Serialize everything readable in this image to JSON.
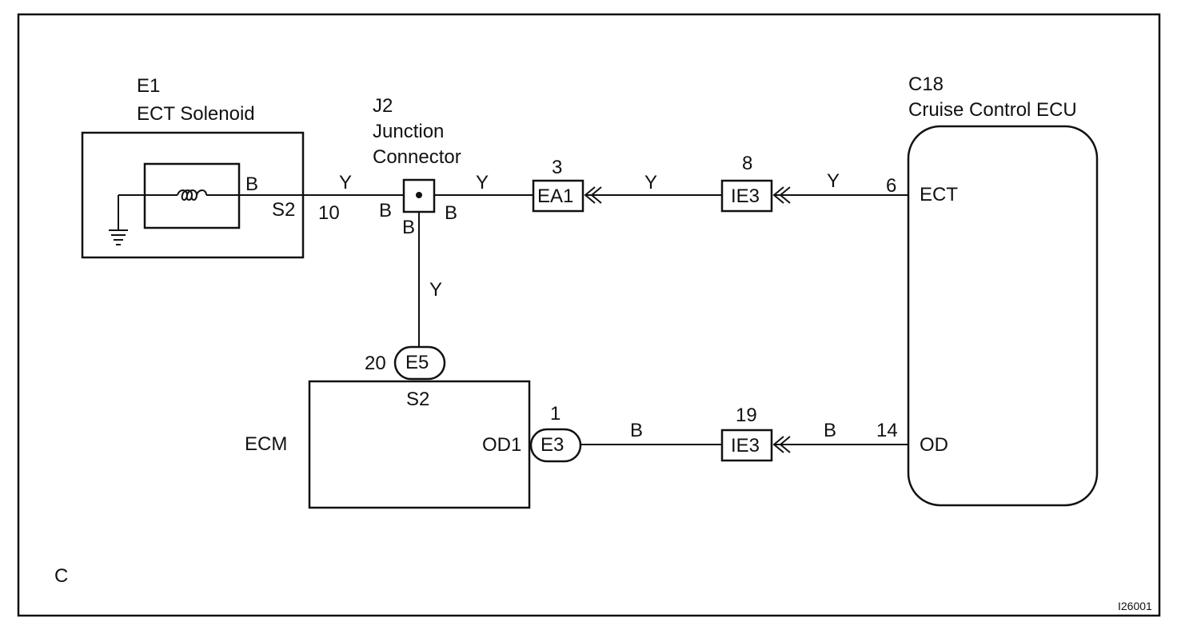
{
  "figure_id": "I26001",
  "corner_letter": "C",
  "components": {
    "solenoid": {
      "ref": "E1",
      "name": "ECT Solenoid",
      "pin_label": "S2",
      "wire_color_inside": "B"
    },
    "junction": {
      "ref": "J2",
      "name_line1": "Junction",
      "name_line2": "Connector",
      "pin_left": "B",
      "pin_right": "B",
      "pin_bottom": "B"
    },
    "ecm": {
      "name": "ECM",
      "pin_s2": "S2",
      "pin_od1": "OD1"
    },
    "cruise_ecu": {
      "ref": "C18",
      "name": "Cruise Control ECU",
      "pin_ect": "ECT",
      "pin_od": "OD"
    }
  },
  "connectors": {
    "ea1": {
      "label": "EA1",
      "pin": "3"
    },
    "ie3_top": {
      "label": "IE3",
      "pin": "8"
    },
    "ie3_bottom": {
      "label": "IE3",
      "pin": "19"
    },
    "e5": {
      "label": "E5",
      "pin": "20"
    },
    "e3": {
      "label": "E3",
      "pin": "1"
    }
  },
  "pins": {
    "solenoid_pin": "10",
    "ecu_ect_pin": "6",
    "ecu_od_pin": "14"
  },
  "wire_colors": {
    "solenoid_to_junction": "Y",
    "junction_to_ea1": "Y",
    "ea1_to_ie3": "Y",
    "ie3_to_ecu": "Y",
    "junction_to_ecm": "Y",
    "ecm_to_ie3": "B",
    "ie3_to_ecu_od": "B"
  }
}
